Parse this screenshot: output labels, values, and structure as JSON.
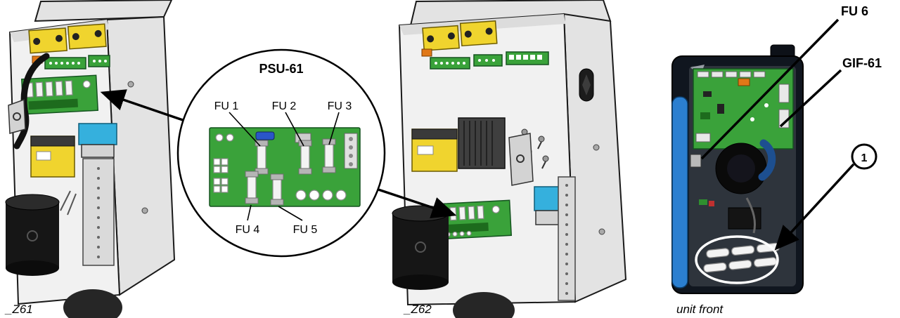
{
  "figure": {
    "callout": {
      "title": "PSU-61",
      "fuses": {
        "fu1": "FU 1",
        "fu2": "FU 2",
        "fu3": "FU 3",
        "fu4": "FU 4",
        "fu5": "FU 5"
      }
    },
    "front_view": {
      "fu6_label": "FU 6",
      "gif_label": "GIF-61",
      "item_number": "1"
    },
    "captions": {
      "z61": "_Z61",
      "z62": "_Z62",
      "front": "unit front"
    },
    "colors": {
      "pcb_green": "#3aa23a",
      "accent_yellow": "#f0d42e",
      "accent_blue": "#35b0dd",
      "panel_blue": "#2b7fd0",
      "dark": "#161616"
    }
  }
}
